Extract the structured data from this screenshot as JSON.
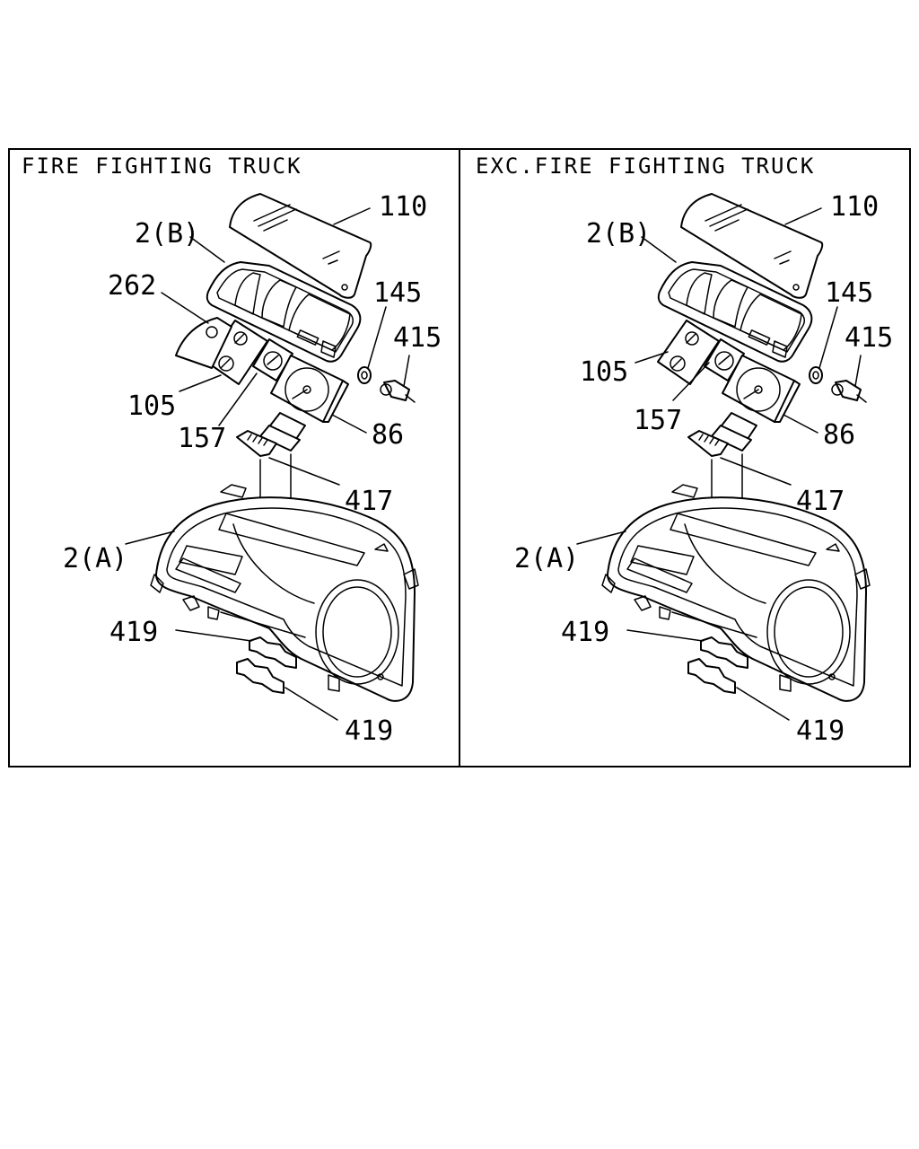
{
  "panels": [
    {
      "title": "FIRE FIGHTING TRUCK",
      "labels": {
        "p110": "110",
        "p2b": "2(B)",
        "p262": "262",
        "p145": "145",
        "p415": "415",
        "p105": "105",
        "p157": "157",
        "p86": "86",
        "p417": "417",
        "p2a": "2(A)",
        "p419a": "419",
        "p419b": "419"
      }
    },
    {
      "title": "EXC.FIRE FIGHTING TRUCK",
      "labels": {
        "p110": "110",
        "p2b": "2(B)",
        "p145": "145",
        "p415": "415",
        "p105": "105",
        "p157": "157",
        "p86": "86",
        "p417": "417",
        "p2a": "2(A)",
        "p419a": "419",
        "p419b": "419"
      }
    }
  ]
}
